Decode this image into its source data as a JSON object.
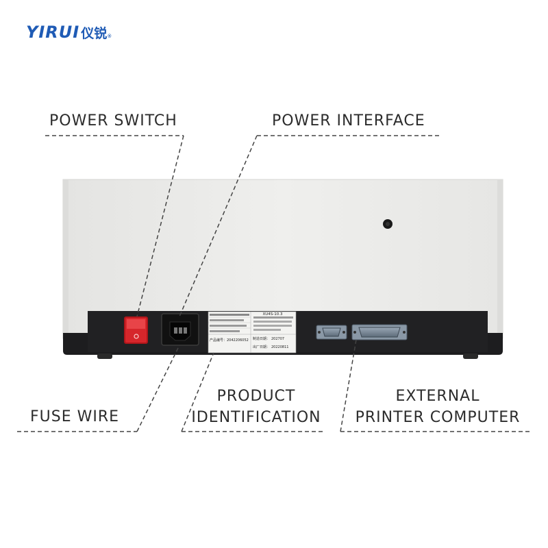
{
  "brand": {
    "latin": "YIRUI",
    "cjk": "仪锐",
    "mark": "®",
    "color": "#1f5bb5"
  },
  "callouts": {
    "power_switch": "POWER SWITCH",
    "power_interface": "POWER INTERFACE",
    "fuse_wire": "FUSE WIRE",
    "product_identification": [
      "PRODUCT",
      "IDENTIFICATION"
    ],
    "external": [
      "EXTERNAL",
      "PRINTER COMPUTER"
    ]
  },
  "nameplate": {
    "model": "XU4S-10.3",
    "manufacture_label": "制造日期：",
    "manufacture_date": "202707",
    "serial_label": "产品编号：",
    "serial": "2042206052",
    "factory_label": "出厂日期：",
    "factory_date": "20220811"
  },
  "colors": {
    "casing": "#ececea",
    "panel": "#1d1d1f",
    "switch": "#d6262b",
    "connector": "#6a7a8a"
  }
}
